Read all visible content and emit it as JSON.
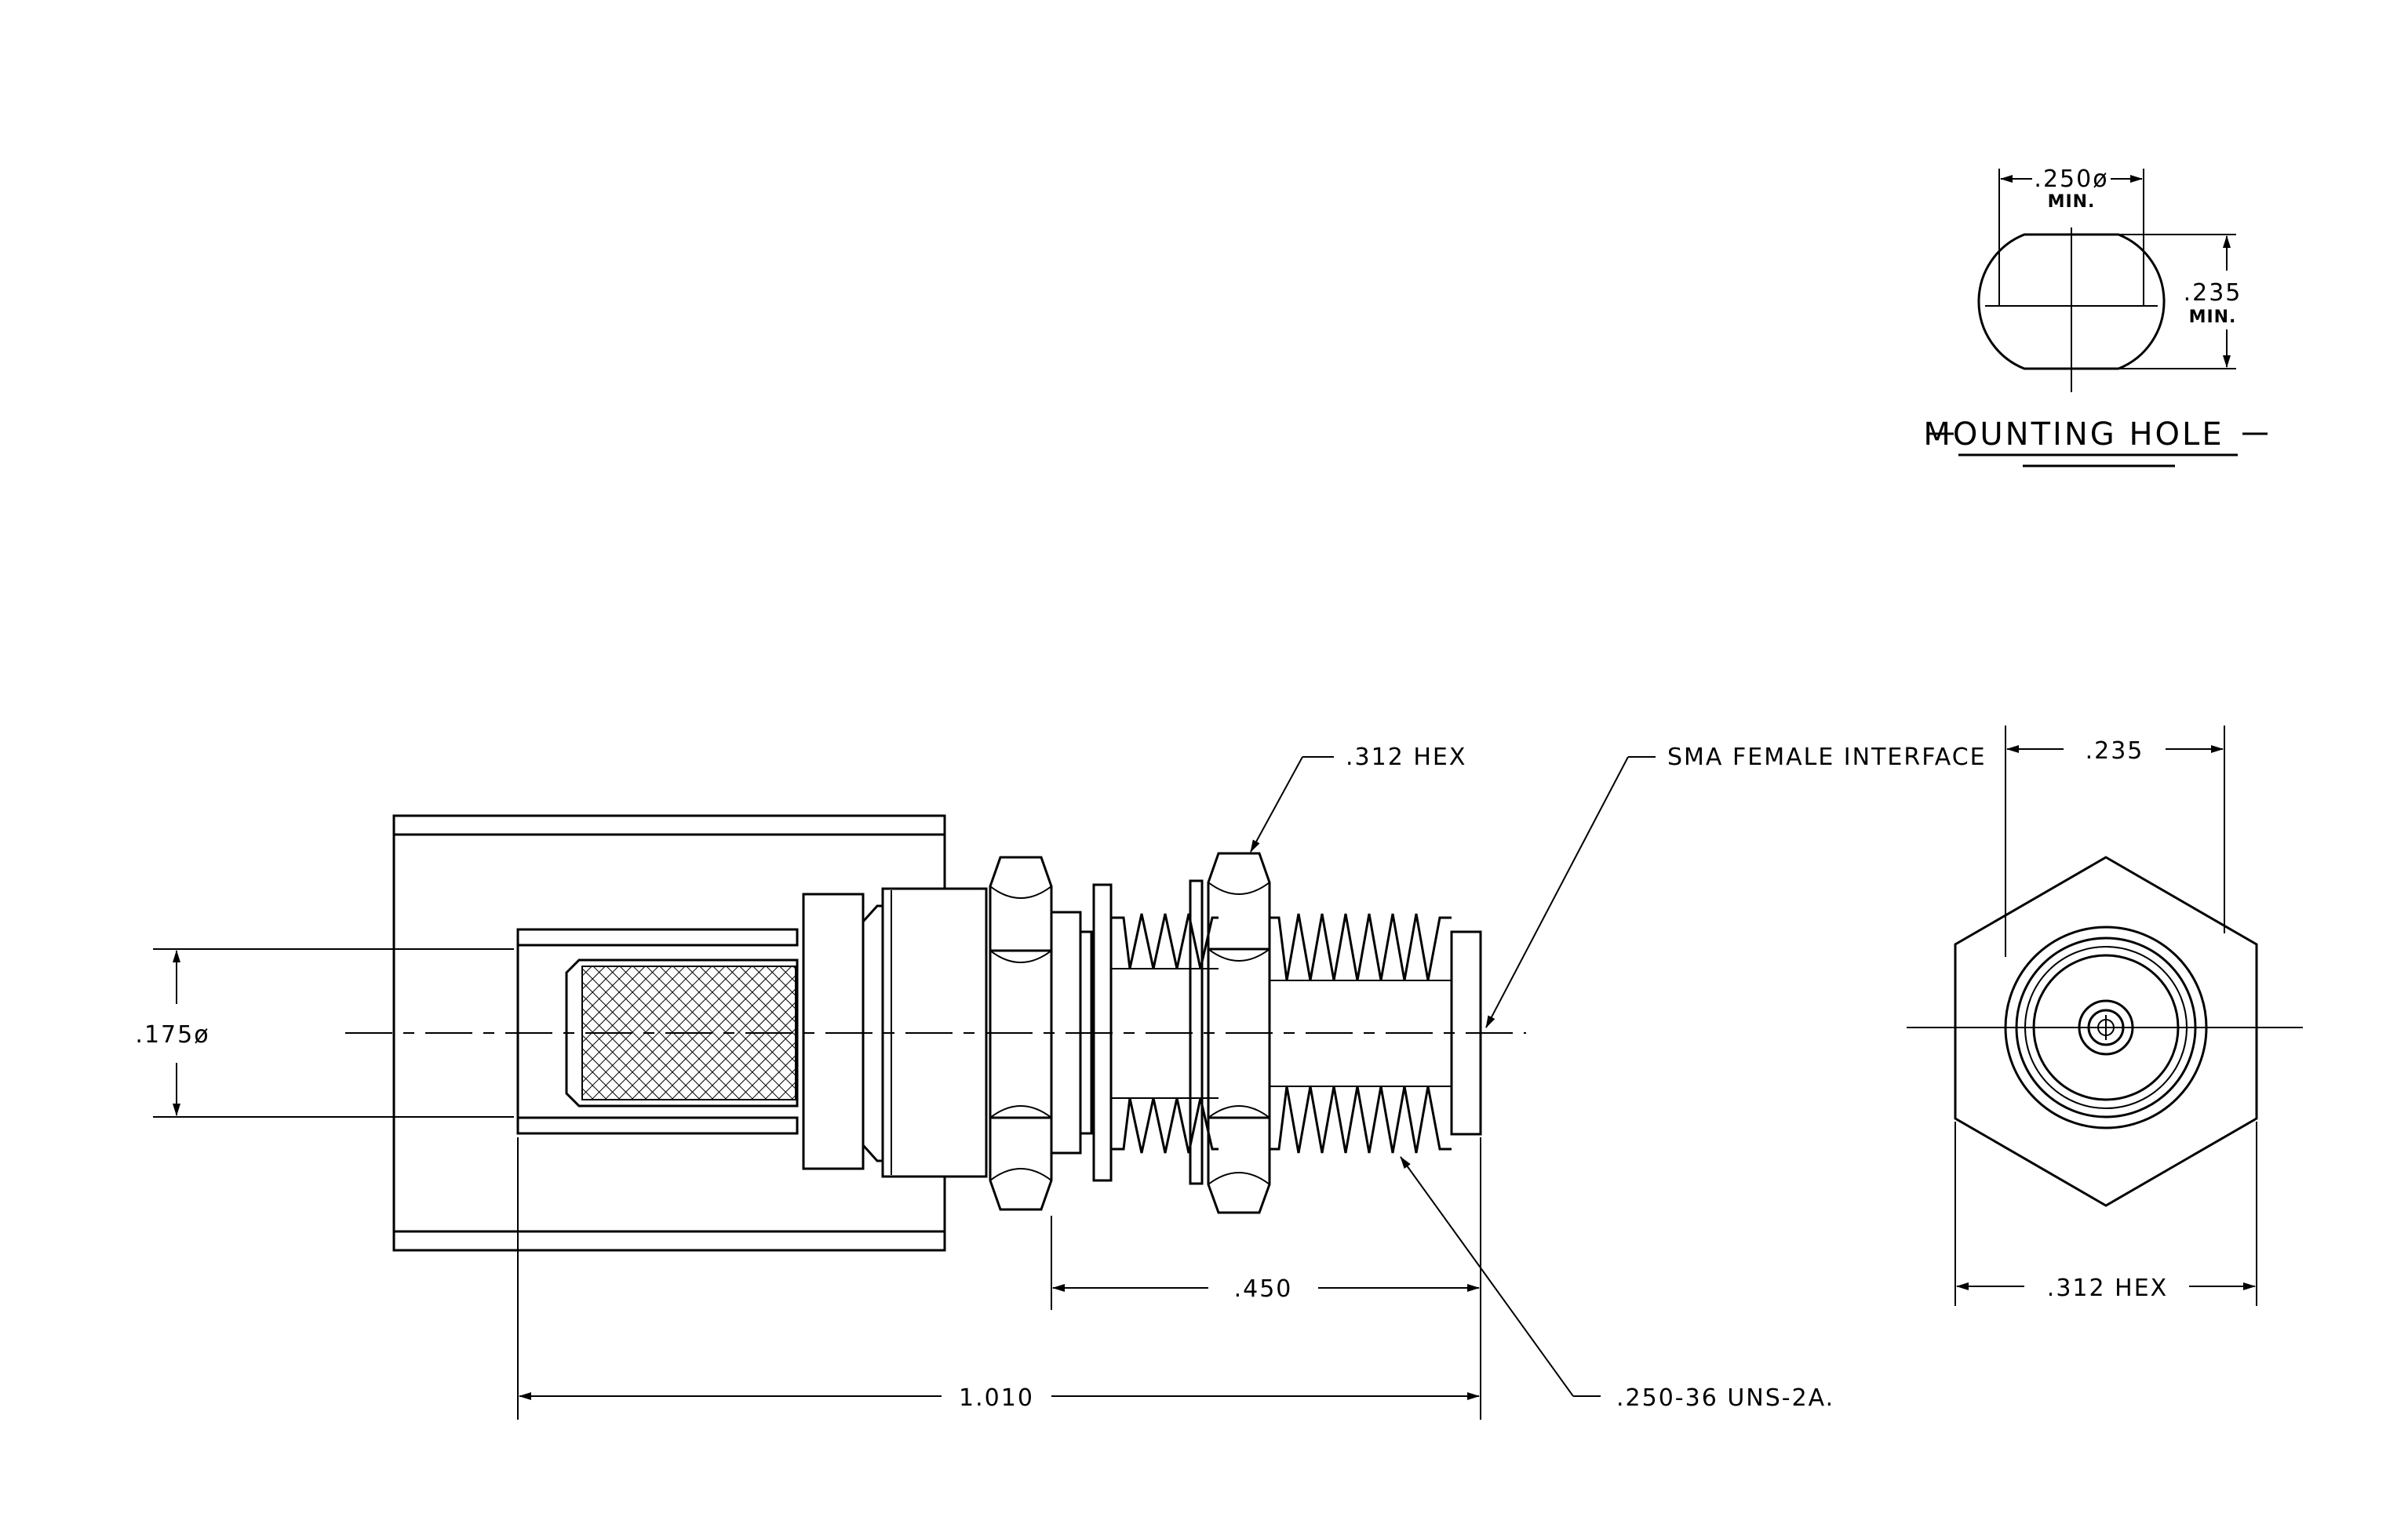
{
  "mounting_hole": {
    "title": "MOUNTING HOLE",
    "diameter": ".250ø",
    "diameter_note": "MIN.",
    "flat": ".235",
    "flat_note": "MIN."
  },
  "side_view": {
    "hex_label": ".312 HEX",
    "interface_label": "SMA FEMALE INTERFACE",
    "cable_dia": ".175ø",
    "thread_len": ".450",
    "overall_len": "1.010",
    "thread_spec": ".250-36 UNS-2A."
  },
  "end_view": {
    "flat_width": ".235",
    "hex_label": ".312 HEX"
  }
}
